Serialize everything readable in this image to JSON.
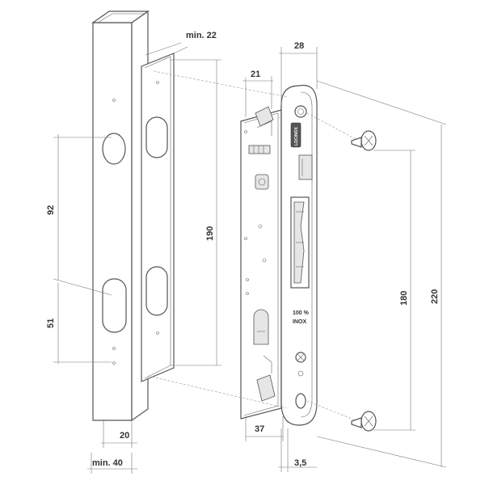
{
  "dimensions": {
    "profile_min_width": "min. 22",
    "faceplate_width": "28",
    "case_depth": "21",
    "hole_spacing_upper": "92",
    "hole_spacing_lower": "51",
    "profile_hole_height": "190",
    "screw_spacing": "180",
    "faceplate_height": "220",
    "backset": "37",
    "profile_offset": "20",
    "profile_min_depth": "min. 40",
    "faceplate_thickness": "3,5"
  },
  "lock_labels": {
    "brand": "LOCINOX",
    "material_line1": "100 %",
    "material_line2": "INOX"
  }
}
